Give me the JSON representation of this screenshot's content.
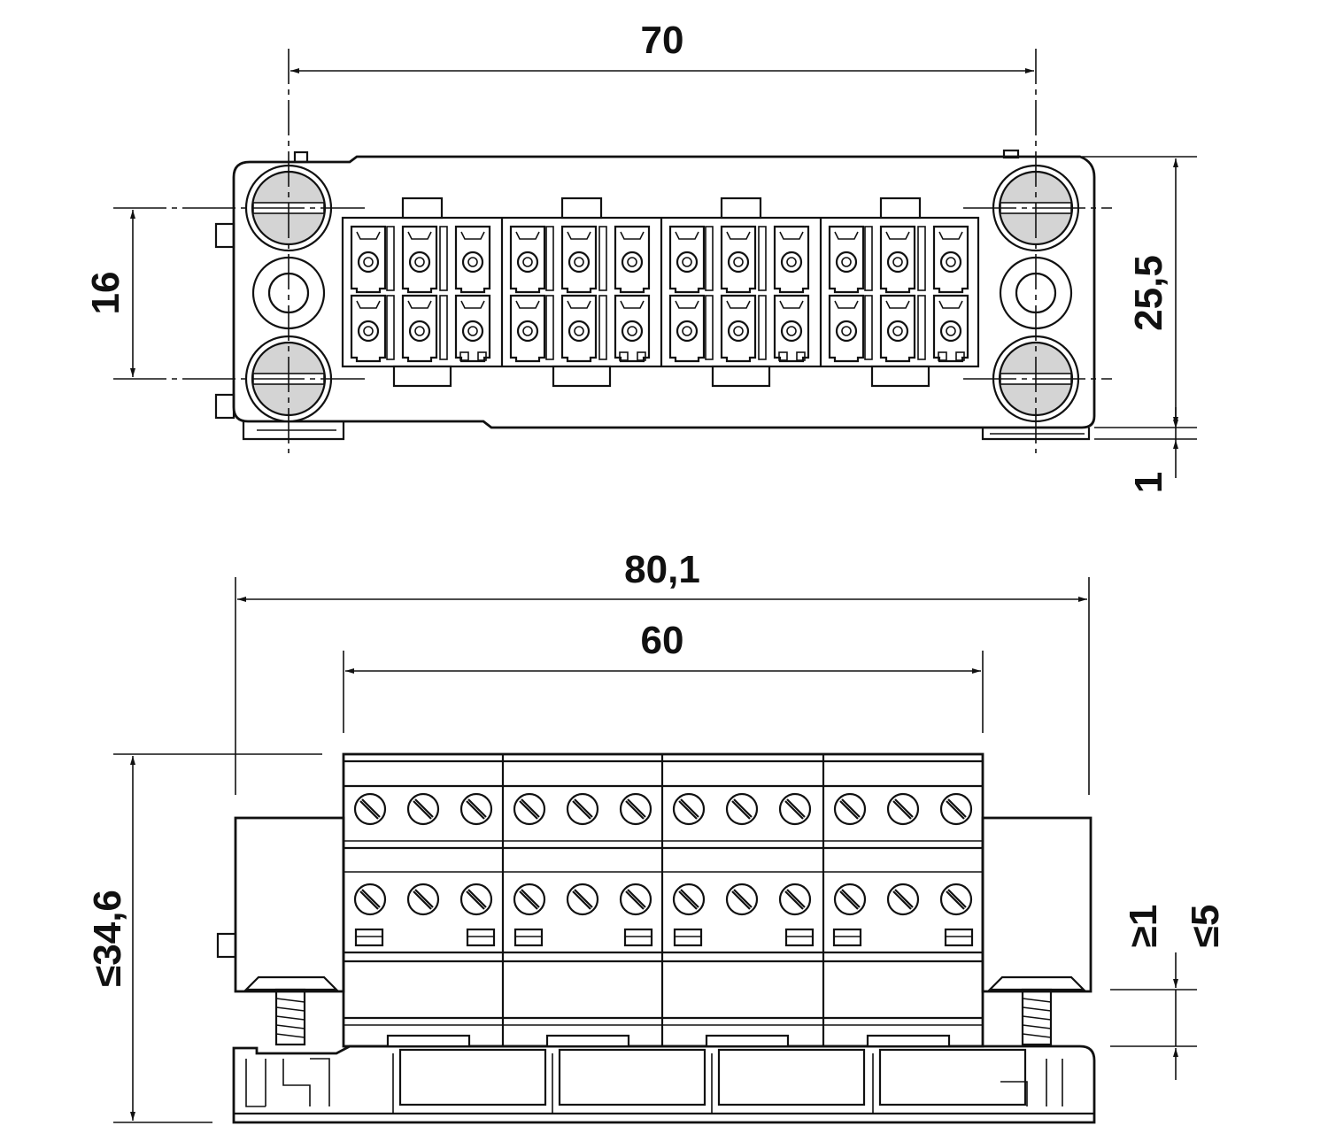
{
  "top_view": {
    "dim_width": "70",
    "dim_hole_spacing": "16",
    "dim_height": "25,5",
    "dim_offset": "1"
  },
  "front_view": {
    "dim_overall_width": "80,1",
    "dim_inner_width": "60",
    "dim_height": "≤34,6",
    "dim_min": "≥1",
    "dim_max": "≤5"
  }
}
